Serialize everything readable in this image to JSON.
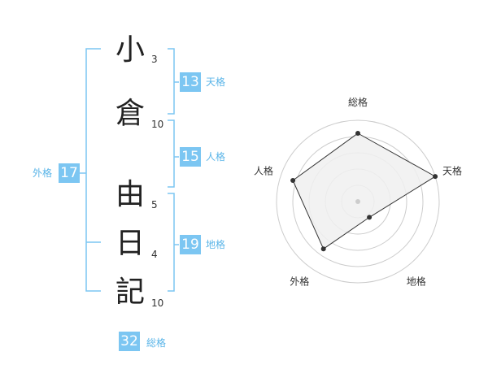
{
  "name": {
    "surname": [
      {
        "char": "小",
        "strokes": "3"
      },
      {
        "char": "倉",
        "strokes": "10"
      }
    ],
    "given": [
      {
        "char": "由",
        "strokes": "5"
      },
      {
        "char": "日",
        "strokes": "4"
      },
      {
        "char": "記",
        "strokes": "10"
      }
    ]
  },
  "fortunes": {
    "tenkaku": {
      "label": "天格",
      "value": "13"
    },
    "jinkaku": {
      "label": "人格",
      "value": "15"
    },
    "chikaku": {
      "label": "地格",
      "value": "19"
    },
    "gaikaku": {
      "label": "外格",
      "value": "17"
    },
    "soukaku": {
      "label": "総格",
      "value": "32"
    }
  },
  "radar": {
    "axes": [
      "総格",
      "天格",
      "地格",
      "外格",
      "人格"
    ],
    "values": [
      0.84,
      1.0,
      0.24,
      0.72,
      0.84
    ],
    "rings": 5,
    "colors": {
      "fill": "#f0f0f0",
      "line": "#333333",
      "ring": "#cccccc",
      "center": "#cccccc"
    }
  },
  "colors": {
    "accent": "#7cc6f2",
    "accent_text": "#5bb5e8",
    "bracket": "#7cc6f2"
  }
}
